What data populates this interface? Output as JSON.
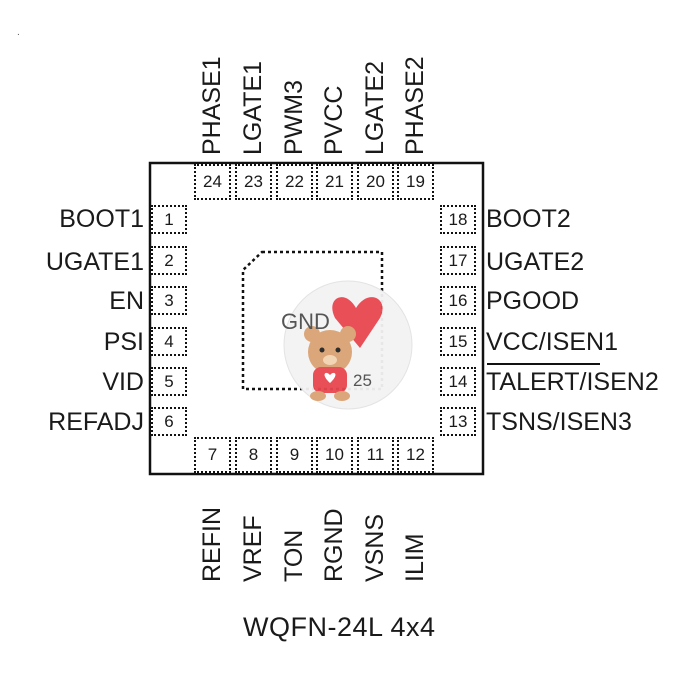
{
  "package": "WQFN-24L 4x4",
  "exposed_pad": {
    "label": "GND",
    "number": "25"
  },
  "corner_mark": ".",
  "left_pins": [
    {
      "num": "1",
      "name": "BOOT1"
    },
    {
      "num": "2",
      "name": "UGATE1"
    },
    {
      "num": "3",
      "name": "EN"
    },
    {
      "num": "4",
      "name": "PSI"
    },
    {
      "num": "5",
      "name": "VID"
    },
    {
      "num": "6",
      "name": "REFADJ"
    }
  ],
  "bottom_pins": [
    {
      "num": "7",
      "name": "REFIN"
    },
    {
      "num": "8",
      "name": "VREF"
    },
    {
      "num": "9",
      "name": "TON"
    },
    {
      "num": "10",
      "name": "RGND"
    },
    {
      "num": "11",
      "name": "VSNS"
    },
    {
      "num": "12",
      "name": "ILIM"
    }
  ],
  "right_pins": [
    {
      "num": "18",
      "name": "BOOT2"
    },
    {
      "num": "17",
      "name": "UGATE2"
    },
    {
      "num": "16",
      "name": "PGOOD"
    },
    {
      "num": "15",
      "name": "VCC/ISEN1"
    },
    {
      "num": "14",
      "name": "TALERT/ISEN2",
      "overline": "TALERT"
    },
    {
      "num": "13",
      "name": "TSNS/ISEN3"
    }
  ],
  "top_pins": [
    {
      "num": "24",
      "name": "PHASE1"
    },
    {
      "num": "23",
      "name": "LGATE1"
    },
    {
      "num": "22",
      "name": "PWM3"
    },
    {
      "num": "21",
      "name": "PVCC"
    },
    {
      "num": "20",
      "name": "LGATE2"
    },
    {
      "num": "19",
      "name": "PHASE2"
    }
  ],
  "colors": {
    "ink": "#111111",
    "watermark_heart": "#e8464f",
    "watermark_bear": "#d9a273"
  }
}
